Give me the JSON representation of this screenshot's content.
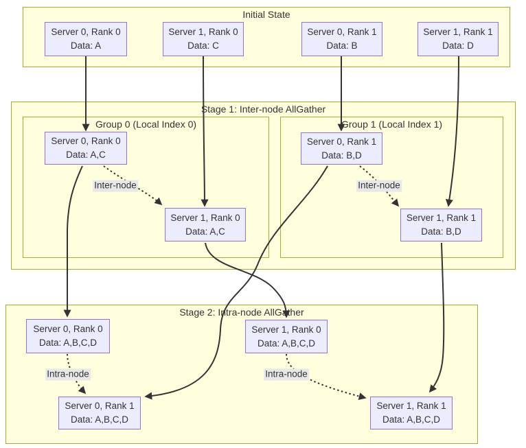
{
  "diagram": {
    "title_implicit": "Hierarchical AllGather (2 servers x 2 ranks)",
    "containers": {
      "initial": {
        "title": "Initial State"
      },
      "stage1": {
        "title": "Stage 1: Inter-node AllGather"
      },
      "group0": {
        "title": "Group 0 (Local Index 0)"
      },
      "group1": {
        "title": "Group 1 (Local Index 1)"
      },
      "stage2": {
        "title": "Stage 2: Intra-node AllGather"
      }
    },
    "nodes": {
      "i_s0r0": {
        "line1": "Server 0, Rank 0",
        "line2": "Data: A"
      },
      "i_s1r0": {
        "line1": "Server 1, Rank 0",
        "line2": "Data: C"
      },
      "i_s0r1": {
        "line1": "Server 0, Rank 1",
        "line2": "Data: B"
      },
      "i_s1r1": {
        "line1": "Server 1, Rank 1",
        "line2": "Data: D"
      },
      "g0_s0r0": {
        "line1": "Server 0, Rank 0",
        "line2": "Data: A,C"
      },
      "g0_s1r0": {
        "line1": "Server 1, Rank 0",
        "line2": "Data: A,C"
      },
      "g1_s0r1": {
        "line1": "Server 0, Rank 1",
        "line2": "Data: B,D"
      },
      "g1_s1r1": {
        "line1": "Server 1, Rank 1",
        "line2": "Data: B,D"
      },
      "s2_s0r0": {
        "line1": "Server 0, Rank 0",
        "line2": "Data: A,B,C,D"
      },
      "s2_s1r0": {
        "line1": "Server 1, Rank 0",
        "line2": "Data: A,B,C,D"
      },
      "s2_s0r1": {
        "line1": "Server 0, Rank 1",
        "line2": "Data: A,B,C,D"
      },
      "s2_s1r1": {
        "line1": "Server 1, Rank 1",
        "line2": "Data: A,B,C,D"
      }
    },
    "edge_labels": {
      "inter_node_left": "Inter-node",
      "inter_node_right": "Inter-node",
      "intra_node_left": "Intra-node",
      "intra_node_right": "Intra-node"
    },
    "edges": [
      {
        "from": "initial/server0-rank0",
        "to": "stage1/group0/server0-rank0",
        "style": "solid"
      },
      {
        "from": "initial/server1-rank0",
        "to": "stage1/group0/server1-rank0",
        "style": "solid"
      },
      {
        "from": "initial/server0-rank1",
        "to": "stage1/group1/server0-rank1",
        "style": "solid"
      },
      {
        "from": "initial/server1-rank1",
        "to": "stage1/group1/server1-rank1",
        "style": "solid"
      },
      {
        "from": "stage1/group0/server0-rank0",
        "to": "stage1/group0/server1-rank0",
        "style": "dashed",
        "label": "Inter-node"
      },
      {
        "from": "stage1/group1/server0-rank1",
        "to": "stage1/group1/server1-rank1",
        "style": "dashed",
        "label": "Inter-node"
      },
      {
        "from": "stage1/group0/server0-rank0",
        "to": "stage2/server0-rank0",
        "style": "solid"
      },
      {
        "from": "stage1/group0/server1-rank0",
        "to": "stage2/server1-rank0",
        "style": "solid"
      },
      {
        "from": "stage1/group1/server0-rank1",
        "to": "stage2/server0-rank1",
        "style": "solid"
      },
      {
        "from": "stage1/group1/server1-rank1",
        "to": "stage2/server1-rank1",
        "style": "solid"
      },
      {
        "from": "stage2/server0-rank0",
        "to": "stage2/server0-rank1",
        "style": "dashed",
        "label": "Intra-node"
      },
      {
        "from": "stage2/server1-rank0",
        "to": "stage2/server1-rank1",
        "style": "dashed",
        "label": "Intra-node"
      }
    ],
    "colors": {
      "node_fill": "#ECECFF",
      "node_border": "#9370DB",
      "container_fill": "#FFFFDE",
      "container_border": "#AAAA33",
      "edge_stroke": "#333333",
      "edge_label_bg": "#E8E8E8",
      "text": "#333333",
      "background": "#FFFFFF"
    }
  }
}
